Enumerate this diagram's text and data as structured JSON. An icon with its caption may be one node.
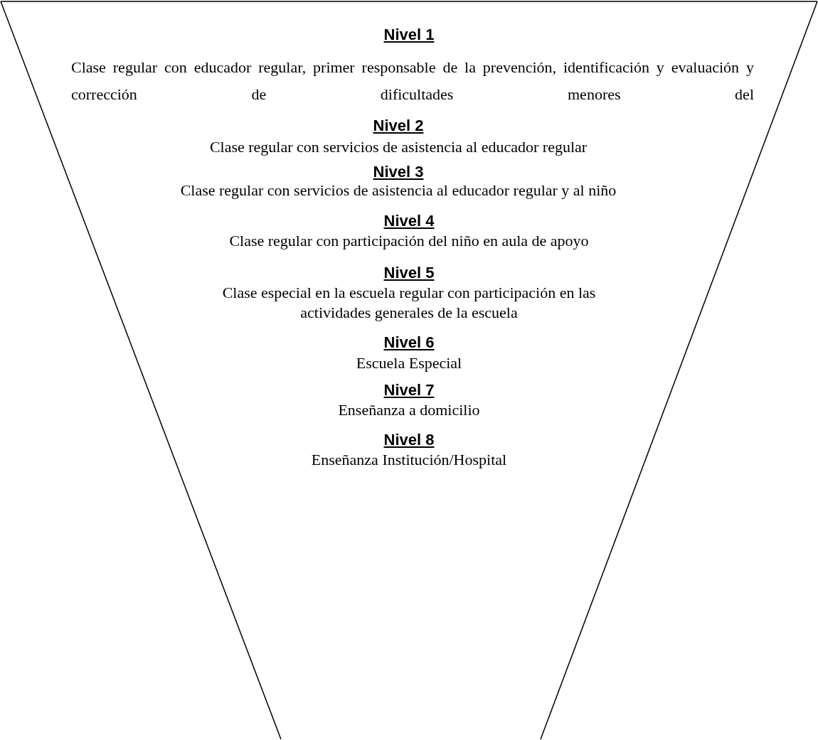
{
  "diagram": {
    "nodes": [
      {
        "text": [
          "Nivel 1",
          "Clase regular con educador regular, primer responsable de la prevención, identificación y evaluación y corrección de dificultades menores del",
          "Nivel 2",
          "Clase regular con servicios de asistencia al educador regular",
          "Nivel 3",
          "Clase regular con servicios de asistencia al educador regular y al niño",
          "Nivel 4",
          "Clase regular con participación del niño en aula de apoyo",
          "Nivel 5",
          "Clase especial en la escuela regular con participación en las actividades generales de la escuela",
          "Nivel 6",
          "Escuela Especial",
          "Nivel 7",
          "Enseñanza a domicilio",
          "Nivel 8",
          "Enseñanza Institución/Hospital"
        ]
      }
    ]
  }
}
